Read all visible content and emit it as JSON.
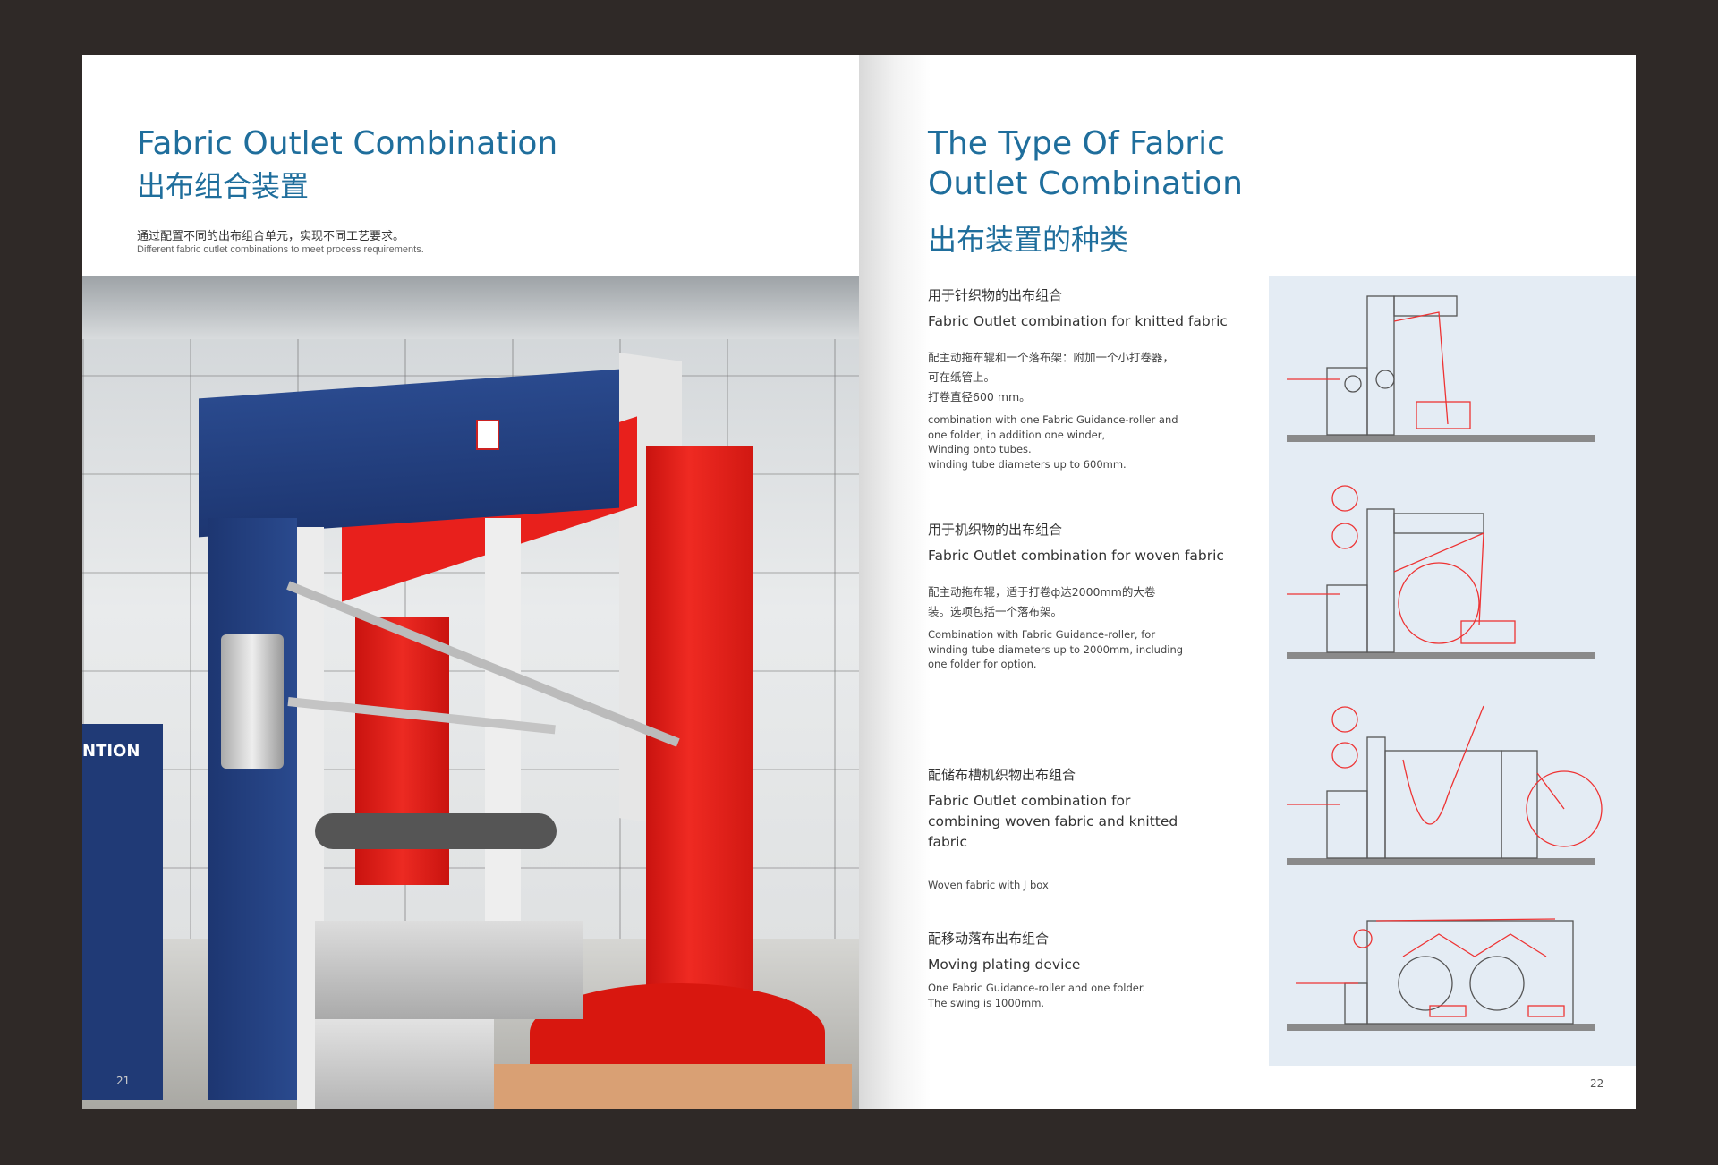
{
  "left_page": {
    "title_en": "Fabric Outlet Combination",
    "title_cn": "出布组合装置",
    "intro_cn": "通过配置不同的出布组合单元，实现不同工艺要求。",
    "intro_en": "Different fabric outlet combinations to meet process requirements.",
    "machine_logo_text": "NTION",
    "page_number": "21"
  },
  "right_page": {
    "title_en_line1": "The Type Of Fabric",
    "title_en_line2": "Outlet Combination",
    "title_cn": "出布装置的种类",
    "page_number": "22",
    "sections": [
      {
        "cn": "用于针织物的出布组合",
        "en": "Fabric Outlet combination for  knitted fabric",
        "desc_cn": [
          "配主动拖布辊和一个落布架：附加一个小打卷器，",
          "可在纸管上。",
          "打卷直径600 mm。"
        ],
        "desc_en": [
          "combination with one Fabric Guidance-roller and",
          "one folder, in addition one winder,",
          "Winding onto tubes.",
          "winding tube diameters up to 600mm."
        ]
      },
      {
        "cn": "用于机织物的出布组合",
        "en": "Fabric Outlet combination for  woven fabric",
        "desc_cn": [
          "配主动拖布辊，适于打卷ф达2000mm的大卷",
          "装。选项包括一个落布架。"
        ],
        "desc_en": [
          "Combination with Fabric Guidance-roller, for",
          "winding tube diameters up to 2000mm, including",
          "one folder for option."
        ]
      },
      {
        "cn": "配储布槽机织物出布组合",
        "en": "Fabric Outlet combination for combining woven fabric and knitted fabric",
        "desc_en": [
          "Woven fabric with J box"
        ]
      },
      {
        "cn": "配移动落布出布组合",
        "en": "Moving plating device",
        "desc_en": [
          "One Fabric Guidance-roller and one folder.",
          "The swing is 1000mm."
        ]
      }
    ]
  },
  "colors": {
    "accent": "#1f6e9c",
    "fabric_red": "#e8201c",
    "machine_blue": "#1f3a78",
    "diagram_bg": "#e4ecf4"
  }
}
